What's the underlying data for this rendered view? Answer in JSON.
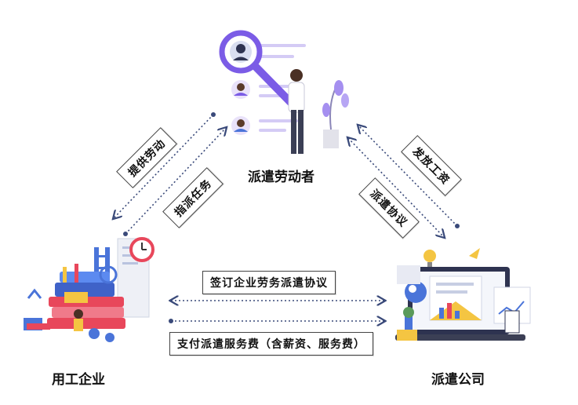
{
  "nodes": {
    "worker": {
      "label": "派遣劳动者"
    },
    "employer": {
      "label": "用工企业"
    },
    "agency": {
      "label": "派遣公司"
    }
  },
  "relations": {
    "provide_labor": "提供劳动",
    "assign_task": "指派任务",
    "pay_salary": "发放工资",
    "dispatch_agreement": "派遣协议",
    "sign_agreement": "签订企业劳务派遣协议",
    "pay_fee": "支付派遣服务费（含薪资、服务费）"
  },
  "colors": {
    "arrow": "#3a4a7a",
    "accent_purple": "#7b5ce6",
    "accent_blue": "#4a74d9",
    "accent_red": "#e8475b",
    "accent_yellow": "#f4c542"
  },
  "icons": [
    "magnifier-person-icon",
    "books-lightbulb-icon",
    "laptop-document-icon"
  ]
}
